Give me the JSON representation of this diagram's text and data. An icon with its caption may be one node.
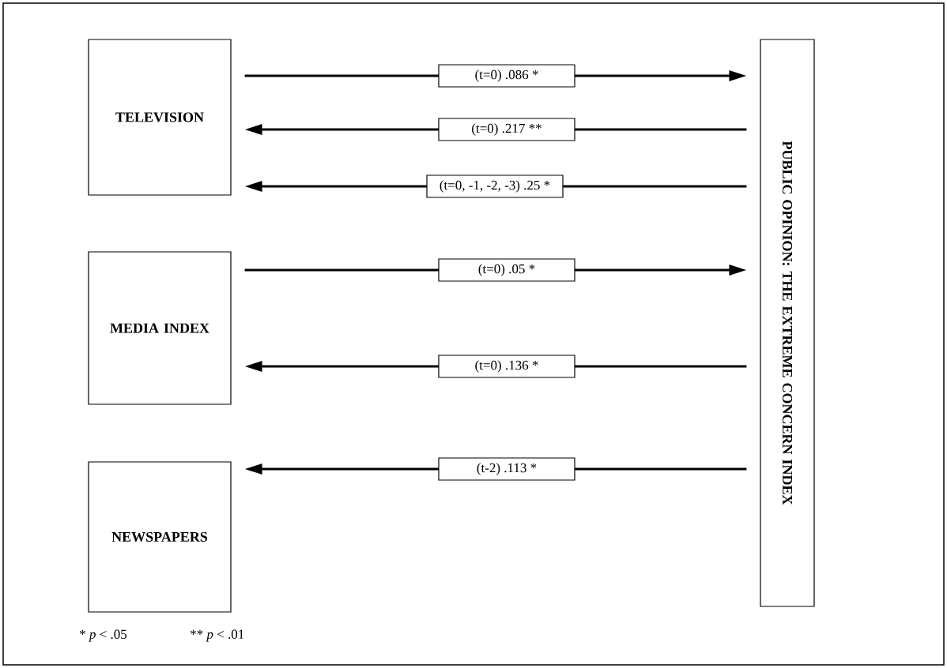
{
  "diagram": {
    "nodes": [
      {
        "text": [
          "TELEVISION"
        ]
      },
      {
        "text": [
          "MEDIA INDEX"
        ]
      },
      {
        "text": [
          "NEWSPAPERS"
        ]
      },
      {
        "text": [
          "PUBLIC OPINION: THE EXTREME CONCERN INDEX"
        ]
      }
    ],
    "edges": [
      {
        "from": 0,
        "to": 3,
        "arrow": "to",
        "label": "(t=0) .086 *"
      },
      {
        "from": 3,
        "to": 0,
        "arrow": "to",
        "label": "(t=0) .217 **"
      },
      {
        "from": 3,
        "to": 0,
        "arrow": "to",
        "label": "(t=0, -1, -2, -3) .25 *"
      },
      {
        "from": 1,
        "to": 3,
        "arrow": "to",
        "label": "(t=0) .05 *"
      },
      {
        "from": 3,
        "to": 1,
        "arrow": "to",
        "label": "(t=0) .136 *"
      },
      {
        "from": 3,
        "to": 2,
        "arrow": "to",
        "label": "(t-2) .113 *"
      }
    ],
    "labels": [
      "* *p* < .05",
      "** *p* < .01"
    ]
  }
}
